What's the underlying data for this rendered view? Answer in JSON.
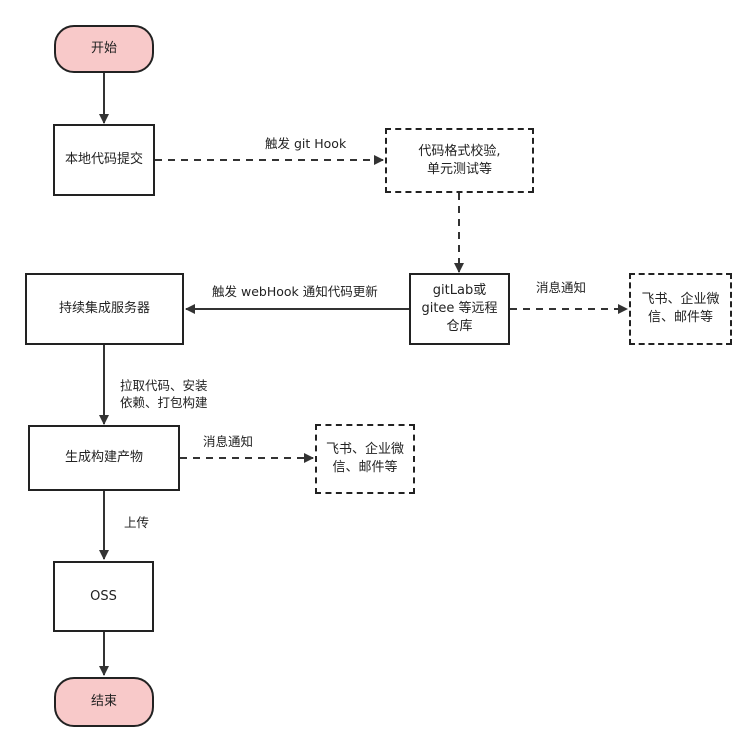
{
  "nodes": {
    "start": "开始",
    "local_commit": "本地代码提交",
    "lint_check": "代码格式校验,\n单元测试等",
    "ci_server": "持续集成服务器",
    "git_repo": "gitLab或\ngitee 等远程\n仓库",
    "notify_top": "飞书、企业微\n信、邮件等",
    "build_artifact": "生成构建产物",
    "notify_bottom": "飞书、企业微\n信、邮件等",
    "oss": "OSS",
    "end": "结束"
  },
  "labels": {
    "git_hook": "触发 git Hook",
    "webhook": "触发 webHook 通知代码更新",
    "msg_top": "消息通知",
    "pull_build": "拉取代码、安装\n依赖、打包构建",
    "msg_bottom": "消息通知",
    "upload": "上传"
  }
}
